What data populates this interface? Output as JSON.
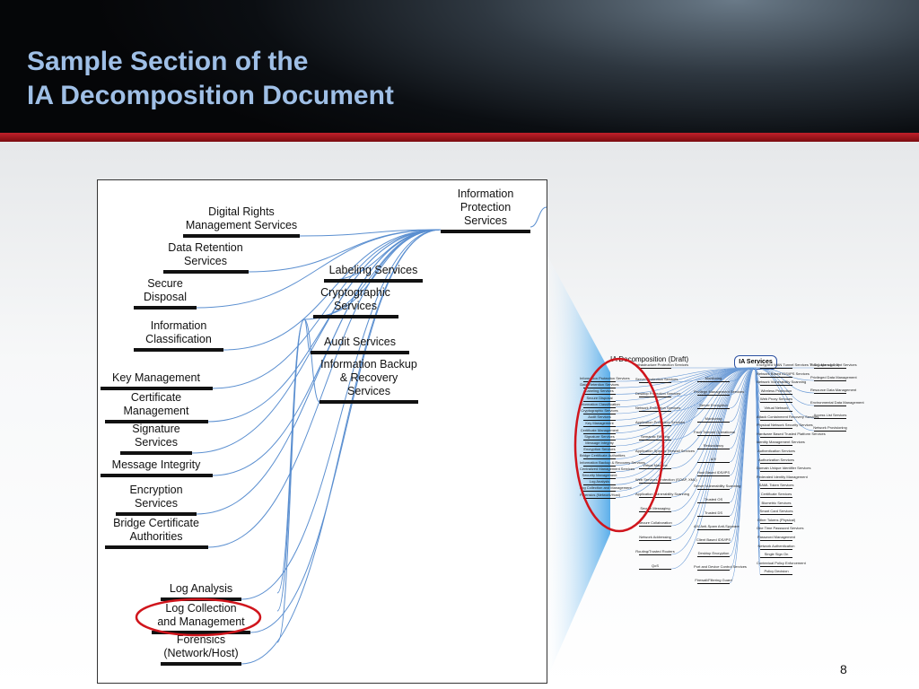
{
  "title": {
    "line1": "Sample Section of the",
    "line2": "IA Decomposition Document"
  },
  "page_number": "8",
  "zoom": {
    "root": "Information\nProtection\nServices",
    "left_nodes": [
      "Digital Rights\nManagement Services",
      "Data Retention\nServices",
      "Secure\nDisposal",
      "Information\nClassification",
      "Key Management",
      "Certificate\nManagement",
      "Signature\nServices",
      "Message Integrity",
      "Encryption\nServices",
      "Bridge Certificate\nAuthorities",
      "Log Analysis",
      "Log Collection\nand Management",
      "Forensics\n(Network/Host)"
    ],
    "right_nodes": [
      "Labeling Services",
      "Cryptographic\nServices",
      "Audit Services",
      "Information Backup\n& Recovery\nServices"
    ]
  },
  "overview": {
    "doc_title": "IA Decomposition (Draft)",
    "root": "IA Services",
    "labels": [
      "Information Protection Services",
      "Data Retention Services",
      "Labeling Services",
      "Secure Disposal",
      "Information Classification",
      "Cryptographic Services",
      "Audit Services",
      "Key Management",
      "Certificate Management",
      "Signature Services",
      "Message Integrity",
      "Encryption Services",
      "Bridge Certificate Authorities",
      "Information Backup & Recovery Services",
      "Centralized Management Services",
      "Security Management",
      "Log Analysis",
      "Log Collection and Management",
      "Forensics (Network/Host)",
      "Infrastructure Protection Services",
      "Server Protection Services",
      "Desktop Protection Services",
      "Network Protection Services",
      "Application Protection Services",
      "Semantic Filtering",
      "Application Specific Firewall Services",
      "Virtual Machine",
      "Web Services Protection (SOAP, XML)",
      "Application Vulnerability Scanning",
      "Secure Messaging",
      "Secure Collaboration",
      "Network Addressing",
      "Routing/Trusted Routers",
      "QoS",
      "Monitoring",
      "Privilege Management Services",
      "Server Encryption",
      "Monitoring",
      "Fault Tolerant Operational",
      "Redundancy",
      "A/V",
      "Host Based IDS/IPS",
      "Server Vulnerability Scanning",
      "Trusted OS",
      "Trusted DS",
      "A/V Anti-Spam Anti-Spyware",
      "Client Based IDS/IPS",
      "Desktop Encryption",
      "Port and Device Control Services",
      "Firewall/Filtering Guard",
      "Encrypted WAN Tunnel Services TLS (Layers 1,2,3)",
      "Network Based IDS/IPS Services",
      "Network Vulnerability Scanning",
      "Wireless Protection",
      "Web Proxy Services",
      "Virtual Network",
      "Attack Containment Recovery Services",
      "Physical Network Security Services",
      "Hardware Based Trusted Platform Services",
      "Identity Management Services",
      "Authentication Services",
      "Authorization Services",
      "Domain Unique Identifier Services",
      "Federated Identity Management",
      "SAML Token Services",
      "Certificate Services",
      "Biometric Services",
      "Smart Card Services",
      "Other Tokens (Physical)",
      "One Time Password Services",
      "Password Management",
      "Network Authentication",
      "Single Sign On",
      "Contextual Policy Enforcement",
      "Policy Decision",
      "Policy Management Services",
      "Privileged Data Management",
      "Resource Data Management",
      "Environmental Data Management",
      "Access List Services",
      "Network Provisioning"
    ]
  }
}
